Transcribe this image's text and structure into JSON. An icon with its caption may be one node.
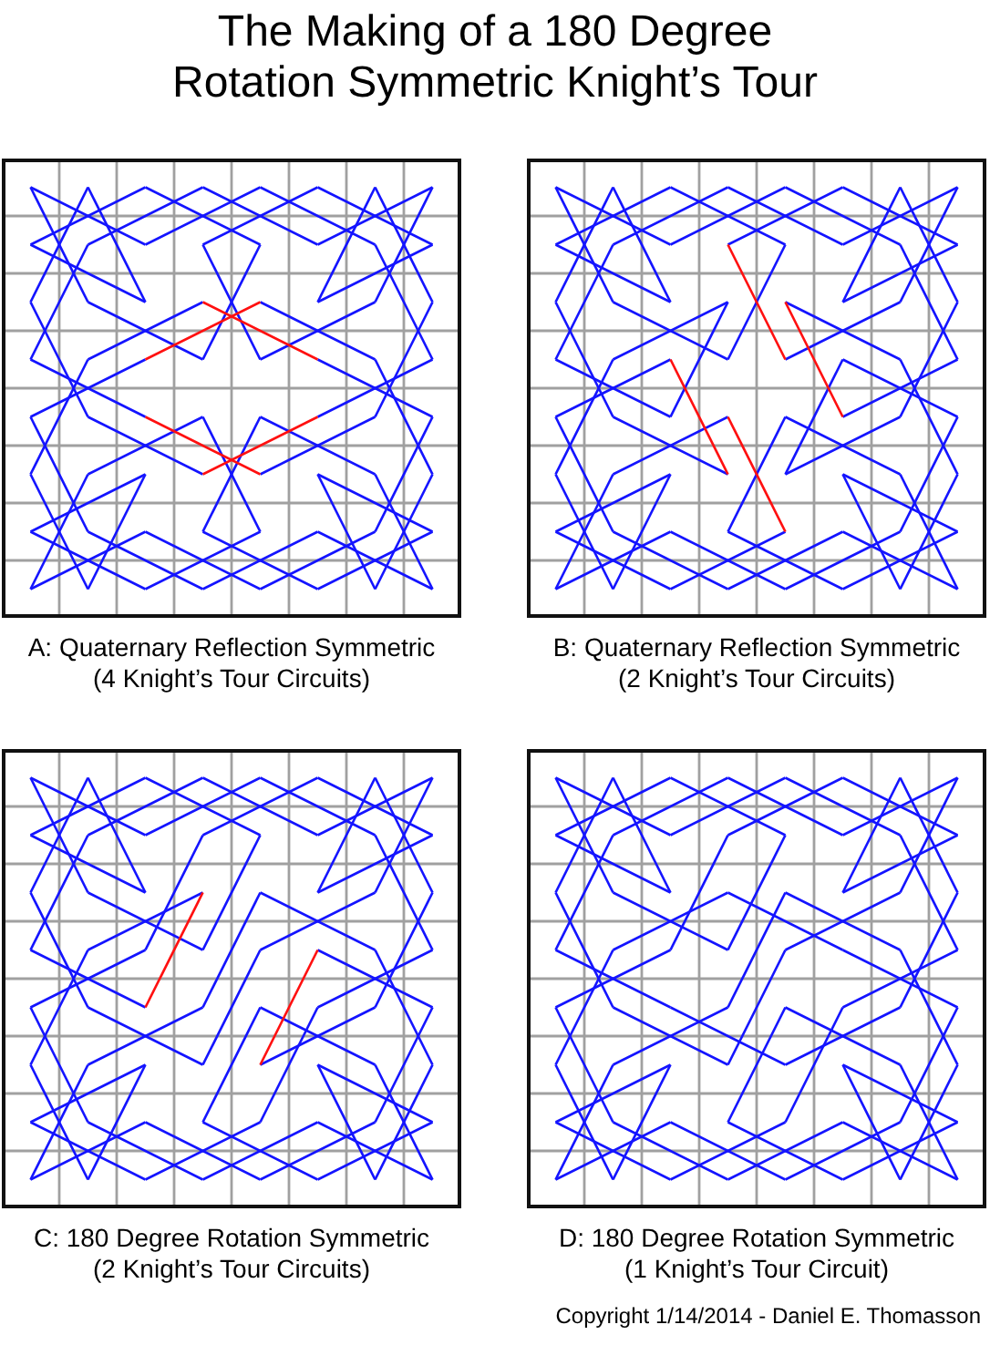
{
  "diagram": {
    "title": "The Making of a 180 Degree Rotation Symmetric Knight’s Tour",
    "labels": [
      "A: Quaternary Reflection Symmetric",
      "(4 Knight’s Tour Circuits)",
      "B: Quaternary Reflection Symmetric",
      "(2 Knight’s Tour Circuits)",
      "C: 180 Degree Rotation Symmetric",
      "(2 Knight’s Tour Circuits)",
      "D: 180 Degree Rotation Symmetric",
      "(1 Knight’s Tour Circuit)",
      "Copyright 1/14/2014 - Daniel E. Thomasson"
    ]
  }
}
